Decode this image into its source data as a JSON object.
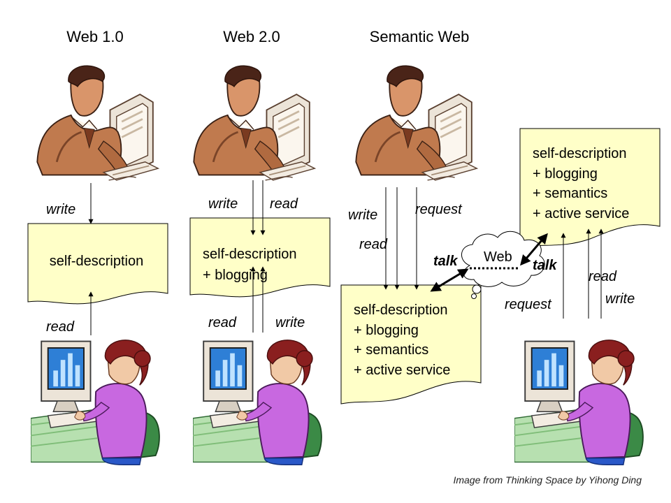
{
  "titles": {
    "web1": "Web 1.0",
    "web2": "Web 2.0",
    "semantic": "Semantic Web"
  },
  "documents": {
    "web1": [
      "self-description"
    ],
    "web2": [
      "self-description",
      "+ blogging"
    ],
    "semantic_left": [
      "self-description",
      "+ blogging",
      "+ semantics",
      "+ active service"
    ],
    "semantic_right": [
      "self-description",
      "+ blogging",
      "+ semantics",
      "+ active service"
    ]
  },
  "labels": {
    "web1_write": "write",
    "web1_read": "read",
    "web2_write_top": "write",
    "web2_read_top": "read",
    "web2_read_bottom": "read",
    "web2_write_bottom": "write",
    "sem_write": "write",
    "sem_read": "read",
    "sem_request": "request",
    "talk_left": "talk",
    "talk_right": "talk",
    "right_read": "read",
    "right_write": "write",
    "right_request": "request"
  },
  "cloud_label": "Web",
  "credit": "Image from Thinking Space by Yihong Ding",
  "colors": {
    "doc_fill": "#ffffc8",
    "skin": "#c07a4e",
    "hair_man": "#4a2418",
    "hair_woman": "#8a1f1f",
    "sweater": "#c868e0",
    "screen": "#2e7fd6",
    "chair": "#3b8a46",
    "desk": "#b7e0b0",
    "monitor": "#ece4d8"
  }
}
